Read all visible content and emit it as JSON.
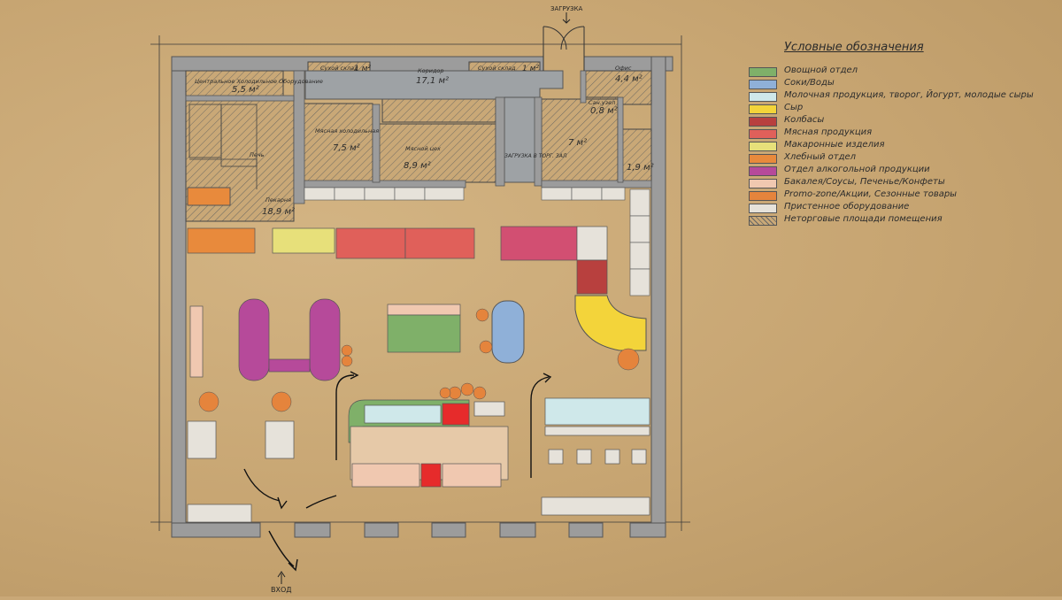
{
  "legend": {
    "title": "Условные обозначения",
    "items": [
      {
        "label": "Овощной отдел",
        "color": "#7fb069"
      },
      {
        "label": "Соки/Воды",
        "color": "#8fb0d8"
      },
      {
        "label": "Молочная продукция, творог, Йогурт, молодые сыры",
        "color": "#cfe8ea"
      },
      {
        "label": "Сыр",
        "color": "#f3d43a"
      },
      {
        "label": "Колбасы",
        "color": "#b8403e"
      },
      {
        "label": "Мясная продукция",
        "color": "#e0605a"
      },
      {
        "label": "Макаронные изделия",
        "color": "#e7e07a"
      },
      {
        "label": "Хлебный отдел",
        "color": "#e88a3c"
      },
      {
        "label": "Отдел алкогольной продукции",
        "color": "#b64a9a"
      },
      {
        "label": "Бакалея/Соусы, Печенье/Конфеты",
        "color": "#f0c8b0"
      },
      {
        "label": "Promo-zone/Акции, Сезонные товары",
        "color": "#e5843c"
      },
      {
        "label": "Пристенное оборудование",
        "color": "#e6e2da"
      },
      {
        "label": "Неторговые площади помещения",
        "color": "hatch"
      }
    ]
  },
  "plan": {
    "top_entrance": "ЗАГРУЗКА",
    "bottom_entrance": "ВХОД",
    "loading_door": "ЗАГРУЗКА В ТОРГ. ЗАЛ",
    "rooms": {
      "cold": {
        "name": "Центральное Холодильное Оборудование",
        "area": "5,5 м²"
      },
      "dry1": {
        "name": "Сухой склад",
        "area": "1 м²"
      },
      "dry2": {
        "name": "Сухой склад",
        "area": "1 м²"
      },
      "corridor": {
        "name": "Коридор",
        "area": "17,1 м²"
      },
      "office": {
        "name": "Офис",
        "area": "4,4 м²"
      },
      "wc": {
        "name": "Сан.узел",
        "area": "0,8 м²"
      },
      "meat_cold": {
        "name": "Мясная холодильная",
        "area": "7,5 м²"
      },
      "meat_shop": {
        "name": "Мясной цех",
        "area": "8,9 м²"
      },
      "room7": {
        "name": "",
        "area": "7 м²"
      },
      "room19": {
        "name": "",
        "area": "1,9 м²"
      },
      "bakery": {
        "name": "Пекарня",
        "area": "18,9 м²"
      },
      "oven": {
        "name": "Печь",
        "area": ""
      }
    }
  }
}
